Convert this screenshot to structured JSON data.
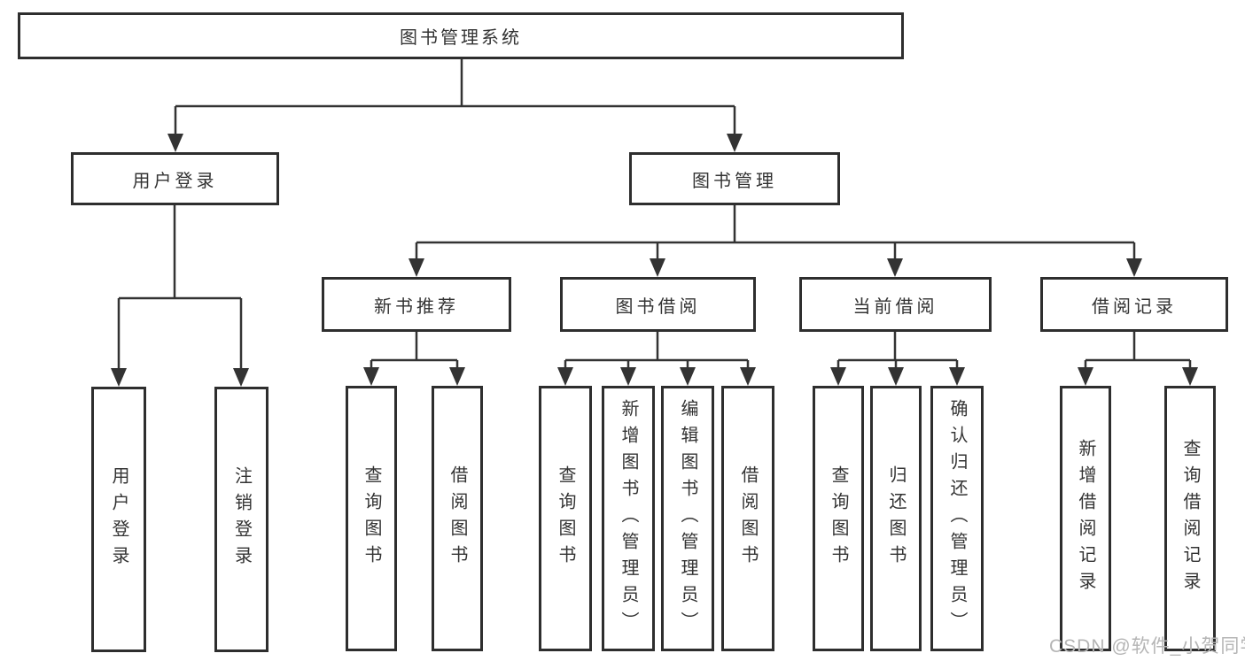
{
  "diagram_type": "tree",
  "colors": {
    "line": "#333333",
    "box_border": "#2e2e2e",
    "box_background": "#ffffff",
    "text": "#333333",
    "watermark": "#b5b5b5"
  },
  "watermark": {
    "text": "CSDN @软件_小贺同学"
  },
  "tree": {
    "label": "图书管理系统",
    "children": [
      {
        "label": "用户登录",
        "children": [
          {
            "label": "用户登录"
          },
          {
            "label": "注销登录"
          }
        ]
      },
      {
        "label": "图书管理",
        "children": [
          {
            "label": "新书推荐",
            "children": [
              {
                "label": "查询图书"
              },
              {
                "label": "借阅图书"
              }
            ]
          },
          {
            "label": "图书借阅",
            "children": [
              {
                "label": "查询图书"
              },
              {
                "label": "新增图书（管理员）"
              },
              {
                "label": "编辑图书（管理员）"
              },
              {
                "label": "借阅图书"
              }
            ]
          },
          {
            "label": "当前借阅",
            "children": [
              {
                "label": "查询图书"
              },
              {
                "label": "归还图书"
              },
              {
                "label": "确认归还（管理员）"
              }
            ]
          },
          {
            "label": "借阅记录",
            "children": [
              {
                "label": "新增借阅记录"
              },
              {
                "label": "查询借阅记录"
              }
            ]
          }
        ]
      }
    ]
  }
}
